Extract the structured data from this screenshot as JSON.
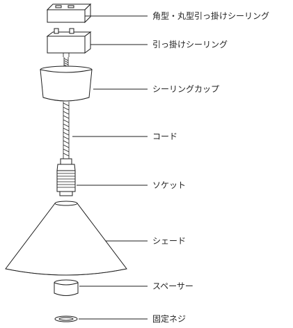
{
  "diagram": {
    "labels": [
      {
        "key": "square_round_ceiling",
        "text": "角型・丸型引っ掛けシーリング"
      },
      {
        "key": "hook_ceiling",
        "text": "引っ掛けシーリング"
      },
      {
        "key": "ceiling_cup",
        "text": "シーリングカップ"
      },
      {
        "key": "cord",
        "text": "コード"
      },
      {
        "key": "socket",
        "text": "ソケット"
      },
      {
        "key": "shade",
        "text": "シェード"
      },
      {
        "key": "spacer",
        "text": "スペーサー"
      },
      {
        "key": "fixing_screw",
        "text": "固定ネジ"
      }
    ]
  }
}
